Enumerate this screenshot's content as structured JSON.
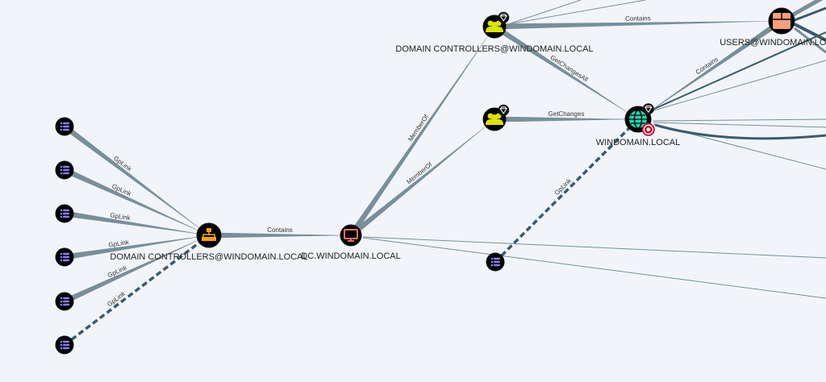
{
  "graph": {
    "nodes": [
      {
        "id": "gpo1",
        "type": "gpo",
        "label": ""
      },
      {
        "id": "gpo2",
        "type": "gpo",
        "label": ""
      },
      {
        "id": "gpo3",
        "type": "gpo",
        "label": ""
      },
      {
        "id": "gpo4",
        "type": "gpo",
        "label": ""
      },
      {
        "id": "gpo5",
        "type": "gpo",
        "label": ""
      },
      {
        "id": "gpo6",
        "type": "gpo",
        "label": ""
      },
      {
        "id": "ou",
        "type": "ou",
        "label": "DOMAIN CONTROLLERS@WINDOMAIN.LOCAL"
      },
      {
        "id": "dc",
        "type": "computer",
        "label": "DC.WINDOMAIN.LOCAL"
      },
      {
        "id": "dcgroup",
        "type": "group",
        "label": "DOMAIN CONTROLLERS@WINDOMAIN.LOCAL",
        "highvalue": true
      },
      {
        "id": "group2",
        "type": "group",
        "label": "",
        "highvalue": true
      },
      {
        "id": "domain",
        "type": "domain",
        "label": "WINDOMAIN.LOCAL",
        "highvalue": true,
        "target": true
      },
      {
        "id": "users",
        "type": "container",
        "label": "USERS@WINDOMAIN.LOCAL"
      },
      {
        "id": "gpo7",
        "type": "gpo",
        "label": ""
      }
    ],
    "edges": [
      {
        "from": "gpo1",
        "to": "ou",
        "label": "GpLink"
      },
      {
        "from": "gpo2",
        "to": "ou",
        "label": "GpLink"
      },
      {
        "from": "gpo3",
        "to": "ou",
        "label": "GpLink"
      },
      {
        "from": "gpo4",
        "to": "ou",
        "label": "GpLink"
      },
      {
        "from": "gpo5",
        "to": "ou",
        "label": "GpLink"
      },
      {
        "from": "gpo6",
        "to": "ou",
        "label": "GpLink",
        "dashed": true
      },
      {
        "from": "ou",
        "to": "dc",
        "label": "Contains"
      },
      {
        "from": "dc",
        "to": "dcgroup",
        "label": "MemberOf"
      },
      {
        "from": "dc",
        "to": "group2",
        "label": "MemberOf"
      },
      {
        "from": "dcgroup",
        "to": "domain",
        "label": "GetChangesAll"
      },
      {
        "from": "group2",
        "to": "domain",
        "label": "GetChanges"
      },
      {
        "from": "dcgroup",
        "to": "users",
        "label": "Contains"
      },
      {
        "from": "users",
        "to": "domain",
        "label": "Contains"
      },
      {
        "from": "gpo7",
        "to": "domain",
        "label": "GpLink",
        "dashed": true
      }
    ]
  },
  "colors": {
    "background": "#f1f5fa",
    "edge": "#7a8e99",
    "edge_dark": "#3d5a6b",
    "gpo_icon": "#8b7cf6",
    "ou_icon": "#f4a300",
    "computer_icon": "#e9736e",
    "group_icon": "#dbe400",
    "domain_icon": "#19d9b4",
    "container_icon": "#f4a07a"
  }
}
